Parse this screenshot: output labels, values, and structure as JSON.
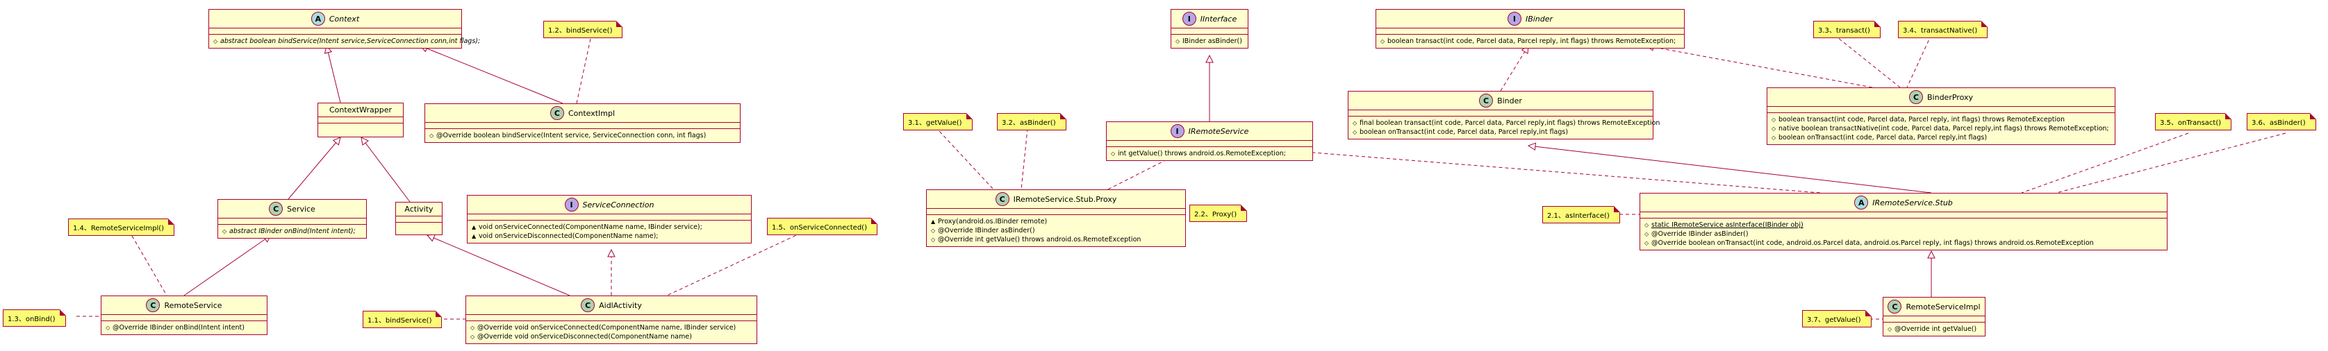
{
  "colors": {
    "class_fill": "#FEFECE",
    "border": "#A80036",
    "note_fill": "#FBFB77",
    "badge_class": "#ADD1B2",
    "badge_abstract": "#A9DCDF",
    "badge_interface": "#B4A7E5"
  },
  "classes": {
    "context": {
      "badge": "A",
      "name": "Context",
      "methods": [
        "abstract boolean bindService(Intent service,ServiceConnection conn,int flags);"
      ]
    },
    "contextimpl": {
      "badge": "C",
      "name": "ContextImpl",
      "methods": [
        "@Override boolean bindService(Intent service, ServiceConnection conn, int flags)"
      ]
    },
    "contextwrapper": {
      "badge": "",
      "name": "ContextWrapper",
      "methods": []
    },
    "service": {
      "badge": "C",
      "name": "Service",
      "methods": [
        "abstract IBinder onBind(Intent intent);"
      ]
    },
    "activity": {
      "badge": "",
      "name": "Activity",
      "methods": []
    },
    "remoteservice": {
      "badge": "C",
      "name": "RemoteService",
      "methods": [
        "@Override IBinder onBind(Intent intent)"
      ]
    },
    "serviceconnection": {
      "badge": "I",
      "name": "ServiceConnection",
      "methods": [
        "void onServiceConnected(ComponentName name, IBinder service);",
        "void onServiceDisconnected(ComponentName name);"
      ]
    },
    "aidlactivity": {
      "badge": "C",
      "name": "AidlActivity",
      "methods": [
        "@Override void onServiceConnected(ComponentName name, IBinder service)",
        "@Override void onServiceDisconnected(ComponentName name)"
      ]
    },
    "iinterface": {
      "badge": "I",
      "name": "IInterface",
      "methods": [
        "IBinder asBinder()"
      ]
    },
    "iremoteservice": {
      "badge": "I",
      "name": "IRemoteService",
      "methods": [
        "int getValue() throws android.os.RemoteException;"
      ]
    },
    "proxy": {
      "badge": "C",
      "name": "IRemoteService.Stub.Proxy",
      "methods": [
        "Proxy(android.os.IBinder remote)",
        "@Override IBinder asBinder()",
        "@Override int getValue() throws android.os.RemoteException"
      ]
    },
    "ibinder": {
      "badge": "I",
      "name": "IBinder",
      "methods": [
        "boolean transact(int code, Parcel data, Parcel reply, int flags) throws RemoteException;"
      ]
    },
    "binder": {
      "badge": "C",
      "name": "Binder",
      "methods": [
        "final boolean transact(int code, Parcel data, Parcel reply,int flags) throws RemoteException",
        "boolean onTransact(int code, Parcel data, Parcel reply,int flags)"
      ]
    },
    "binderproxy": {
      "badge": "C",
      "name": "BinderProxy",
      "methods": [
        "boolean transact(int code, Parcel data, Parcel reply, int flags) throws RemoteException",
        "native boolean transactNative(int code, Parcel data, Parcel reply,int flags) throws RemoteException;",
        "boolean onTransact(int code, Parcel data, Parcel reply,int flags)"
      ]
    },
    "stub": {
      "badge": "A",
      "name": "IRemoteService.Stub",
      "methods": [
        "static IRemoteService asInterface(IBinder obj)",
        "@Override IBinder asBinder()",
        "@Override boolean onTransact(int code, android.os.Parcel data, android.os.Parcel reply, int flags) throws android.os.RemoteException"
      ]
    },
    "remoteserviceimpl": {
      "badge": "C",
      "name": "RemoteServiceImpl",
      "methods": [
        "@Override int getValue()"
      ]
    }
  },
  "notes": {
    "n12": "1.2、bindService()",
    "n14": "1.4、RemoteServiceImpl()",
    "n13": "1.3、onBind()",
    "n11": "1.1、bindService()",
    "n15": "1.5、onServiceConnected()",
    "n31": "3.1、getValue()",
    "n32": "3.2、asBinder()",
    "n22": "2.2、Proxy()",
    "n33": "3.3、transact()",
    "n34": "3.4、transactNative()",
    "n35": "3.5、onTransact()",
    "n36": "3.6、asBinder()",
    "n21": "2.1、asInterface()",
    "n37": "3.7、getValue()"
  }
}
